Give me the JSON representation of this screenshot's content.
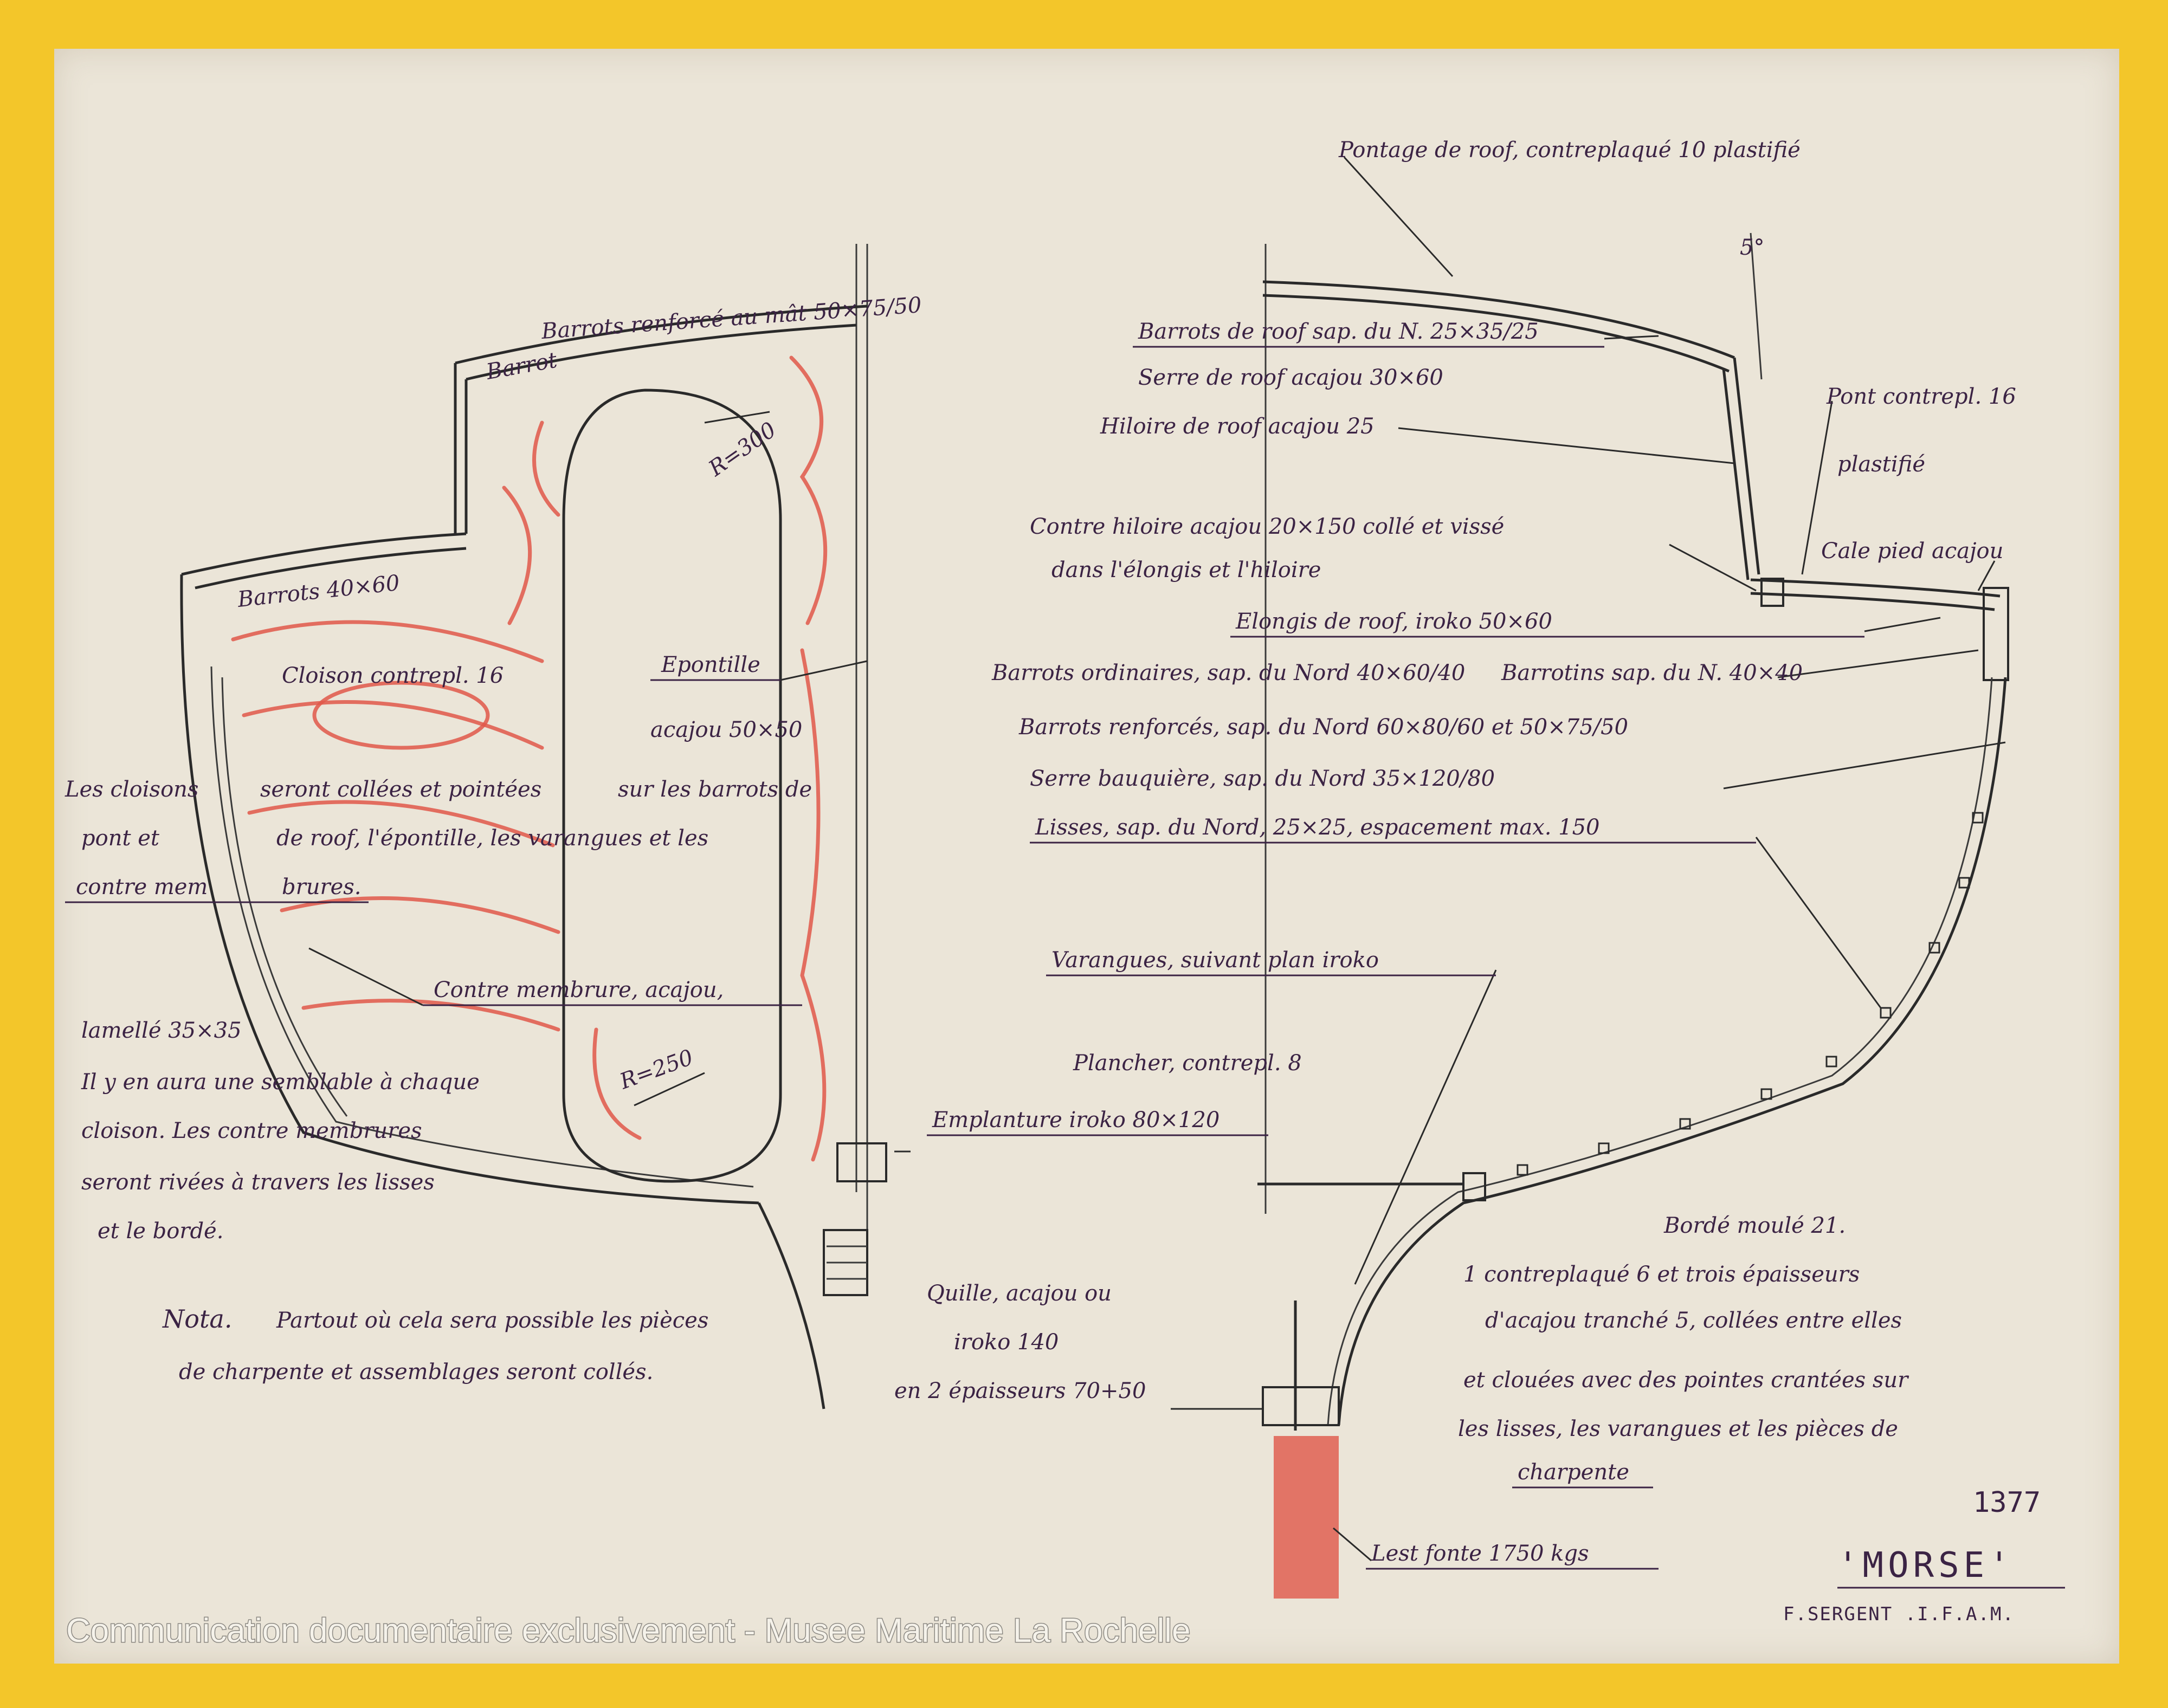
{
  "drawing": {
    "labels_left": {
      "barrots_renforce_mat": "Barrots renforcé au mât 50×75/50",
      "barrot_roof": "Barrot",
      "barrots_40x60": "Barrots 40×60",
      "radius_300": "R=300",
      "radius_250": "R=250",
      "cloison": "Cloison contrepl. 16",
      "epontille_1": "Epontille",
      "epontille_2": "acajou 50×50",
      "cloisons_1a": "Les cloisons",
      "cloisons_1b": "seront collées et pointées",
      "cloisons_1c": "sur les barrots de",
      "cloisons_2a": "pont et",
      "cloisons_2b": "de roof, l'épontille, les varangues et les",
      "cloisons_3a": "contre mem",
      "cloisons_3b": "brures.",
      "contre_membrure": "Contre membrure, acajou,",
      "lamelle": "lamellé 35×35",
      "semblable_1": "Il y en aura une semblable à chaque",
      "semblable_2": "cloison. Les contre membrures",
      "semblable_3": "seront rivées à travers les lisses",
      "semblable_4": "et le bordé.",
      "nota_label": "Nota.",
      "nota_1": "Partout où cela sera possible les pièces",
      "nota_2": "de charpente et assemblages seront collés."
    },
    "labels_right": {
      "pontage": "Pontage de roof, contreplaqué 10 plastifié",
      "angle": "5°",
      "barrots_roof": "Barrots de roof sap. du N. 25×35/25",
      "serre_roof": "Serre de roof acajou 30×60",
      "hiloire_roof": "Hiloire de roof acajou 25",
      "pont_contrepl_1": "Pont contrepl. 16",
      "pont_contrepl_2": "plastifié",
      "contre_hiloire_1": "Contre hiloire acajou 20×150 collé et vissé",
      "contre_hiloire_2": "dans l'élongis et l'hiloire",
      "cale_pied": "Cale pied acajou",
      "elongis": "Elongis de roof, iroko 50×60",
      "barrots_ordinaires": "Barrots ordinaires, sap. du Nord 40×60/40",
      "barrotins": "Barrotins sap. du N. 40×40",
      "barrots_renforces": "Barrots renforcés, sap. du Nord 60×80/60 et 50×75/50",
      "serre_banquiere": "Serre bauquière, sap. du Nord 35×120/80",
      "lisses": "Lisses, sap. du Nord, 25×25, espacement max. 150",
      "varangues": "Varangues, suivant plan iroko",
      "plancher": "Plancher, contrepl. 8",
      "emplanture": "Emplanture iroko 80×120",
      "quille_1": "Quille, acajou ou",
      "quille_2": "iroko 140",
      "quille_3": "en 2 épaisseurs 70+50",
      "borde_1": "Bordé moulé 21.",
      "borde_2": "1 contreplaqué 6 et trois épaisseurs",
      "borde_3": "d'acajou tranché 5, collées entre elles",
      "borde_4": "et clouées avec des pointes crantées sur",
      "borde_5": "les lisses, les varangues et les pièces de",
      "borde_6": "charpente",
      "lest": "Lest fonte 1750 kgs"
    },
    "sheet_number": "1377",
    "boat_name": "'MORSE'",
    "author": "F.SERGENT .I.F.A.M.",
    "watermark": "Communication documentaire exclusivement - Musee Maritime La Rochelle"
  },
  "colors": {
    "ink": "#3b2344",
    "paper": "#ebe5d8",
    "border": "#f3c62a",
    "wood_hatch": "#e0584a"
  }
}
